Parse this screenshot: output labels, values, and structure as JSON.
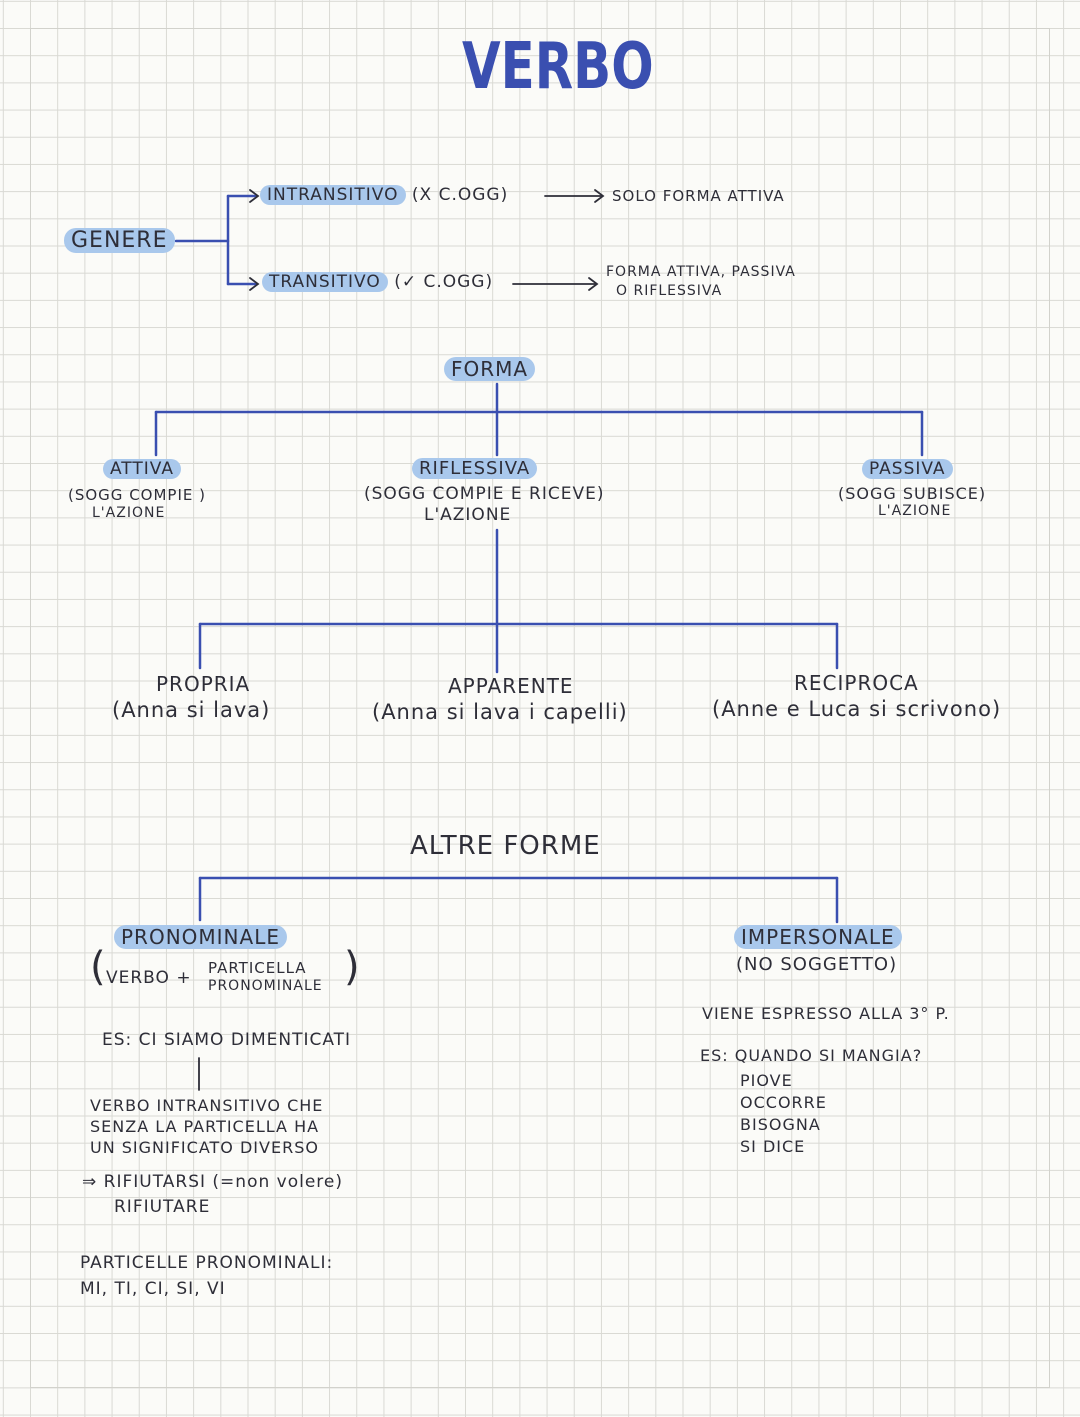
{
  "title": "VERBO",
  "genere": {
    "label": "GENERE",
    "intransitivo": {
      "label": "INTRANSITIVO",
      "note": "(X C.OGG)",
      "result": "SOLO FORMA ATTIVA"
    },
    "transitivo": {
      "label": "TRANSITIVO",
      "note": "(✓ C.OGG)",
      "result_line1": "FORMA ATTIVA, PASSIVA",
      "result_line2": "O RIFLESSIVA"
    }
  },
  "forma": {
    "label": "FORMA",
    "attiva": {
      "label": "ATTIVA",
      "desc_line1": "(SOGG COMPIE )",
      "desc_line2": "L'AZIONE"
    },
    "riflessiva": {
      "label": "RIFLESSIVA",
      "desc_line1": "(SOGG COMPIE E RICEVE)",
      "desc_line2": "L'AZIONE"
    },
    "passiva": {
      "label": "PASSIVA",
      "desc_line1": "(SOGG SUBISCE)",
      "desc_line2": "L'AZIONE"
    }
  },
  "riflessiva_types": {
    "propria": {
      "label": "PROPRIA",
      "example": "(Anna si lava)"
    },
    "apparente": {
      "label": "APPARENTE",
      "example": "(Anna si lava i capelli)"
    },
    "reciproca": {
      "label": "RECIPROCA",
      "example": "(Anne e Luca si scrivono)"
    }
  },
  "altre_forme": {
    "label": "ALTRE FORME",
    "pronominale": {
      "label": "PRONOMINALE",
      "formula_verbo": "VERBO +",
      "formula_line1": "PARTICELLA",
      "formula_line2": "PRONOMINALE",
      "paren_open": "(",
      "paren_close": ")",
      "example": "ES: CI SIAMO DIMENTICATI",
      "note_line1": "VERBO INTRANSITIVO CHE",
      "note_line2": "SENZA LA PARTICELLA HA",
      "note_line3": "UN SIGNIFICATO DIVERSO",
      "arrow_line1": "⇒ RIFIUTARSI (=non volere)",
      "arrow_line2": "RIFIUTARE",
      "particelle_label": "PARTICELLE PRONOMINALI:",
      "particelle_list": "MI, TI, CI, SI, VI"
    },
    "impersonale": {
      "label": "IMPERSONALE",
      "desc": "(NO SOGGETTO)",
      "note": "VIENE ESPRESSO ALLA 3° P.",
      "example_intro": "ES: QUANDO SI MANGIA?",
      "examples": [
        "PIOVE",
        "OCCORRE",
        "BISOGNA",
        "SI DICE"
      ]
    }
  },
  "colors": {
    "accent": "#3a4fb0",
    "highlight": "#a9c8ec",
    "ink": "#2e2e38"
  }
}
